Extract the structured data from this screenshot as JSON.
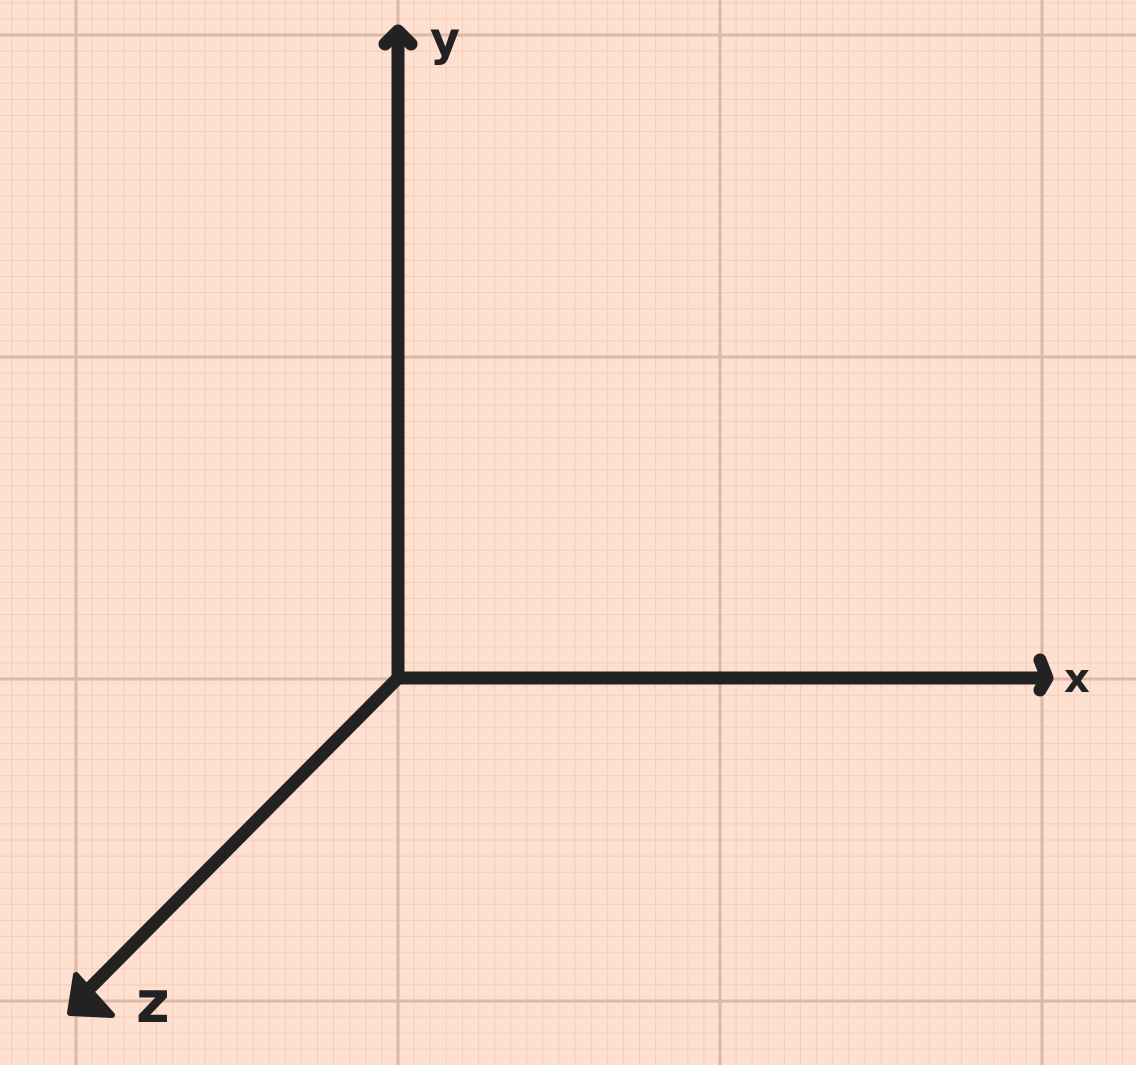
{
  "colors": {
    "background": "#fde0d0",
    "grid_minor": "#f4cdb9",
    "grid_major": "#dcb8a8",
    "axis": "#222222"
  },
  "axes": {
    "x_label": "x",
    "y_label": "y",
    "z_label": "z"
  }
}
